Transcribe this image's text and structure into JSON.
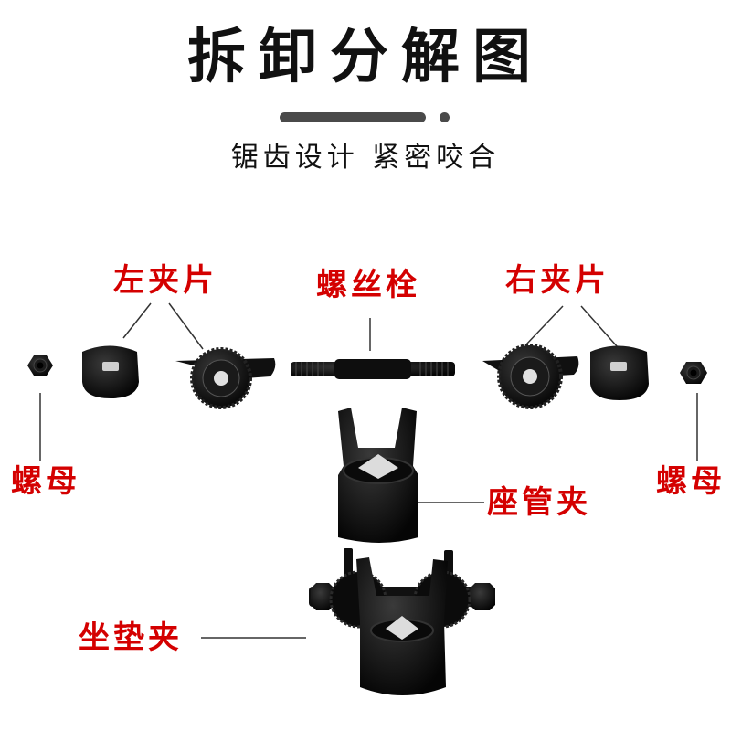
{
  "header": {
    "title": "拆卸分解图",
    "subtitle": "锯齿设计  紧密咬合"
  },
  "labels": {
    "left_clip": "左夹片",
    "bolt": "螺丝栓",
    "right_clip": "右夹片",
    "nut_left": "螺母",
    "nut_right": "螺母",
    "tube_clamp": "座管夹",
    "seat_clamp": "坐垫夹"
  },
  "colors": {
    "label": "#d40000",
    "part": "#0b0b0b",
    "leader": "#333333",
    "bar": "#4a4a4a"
  }
}
